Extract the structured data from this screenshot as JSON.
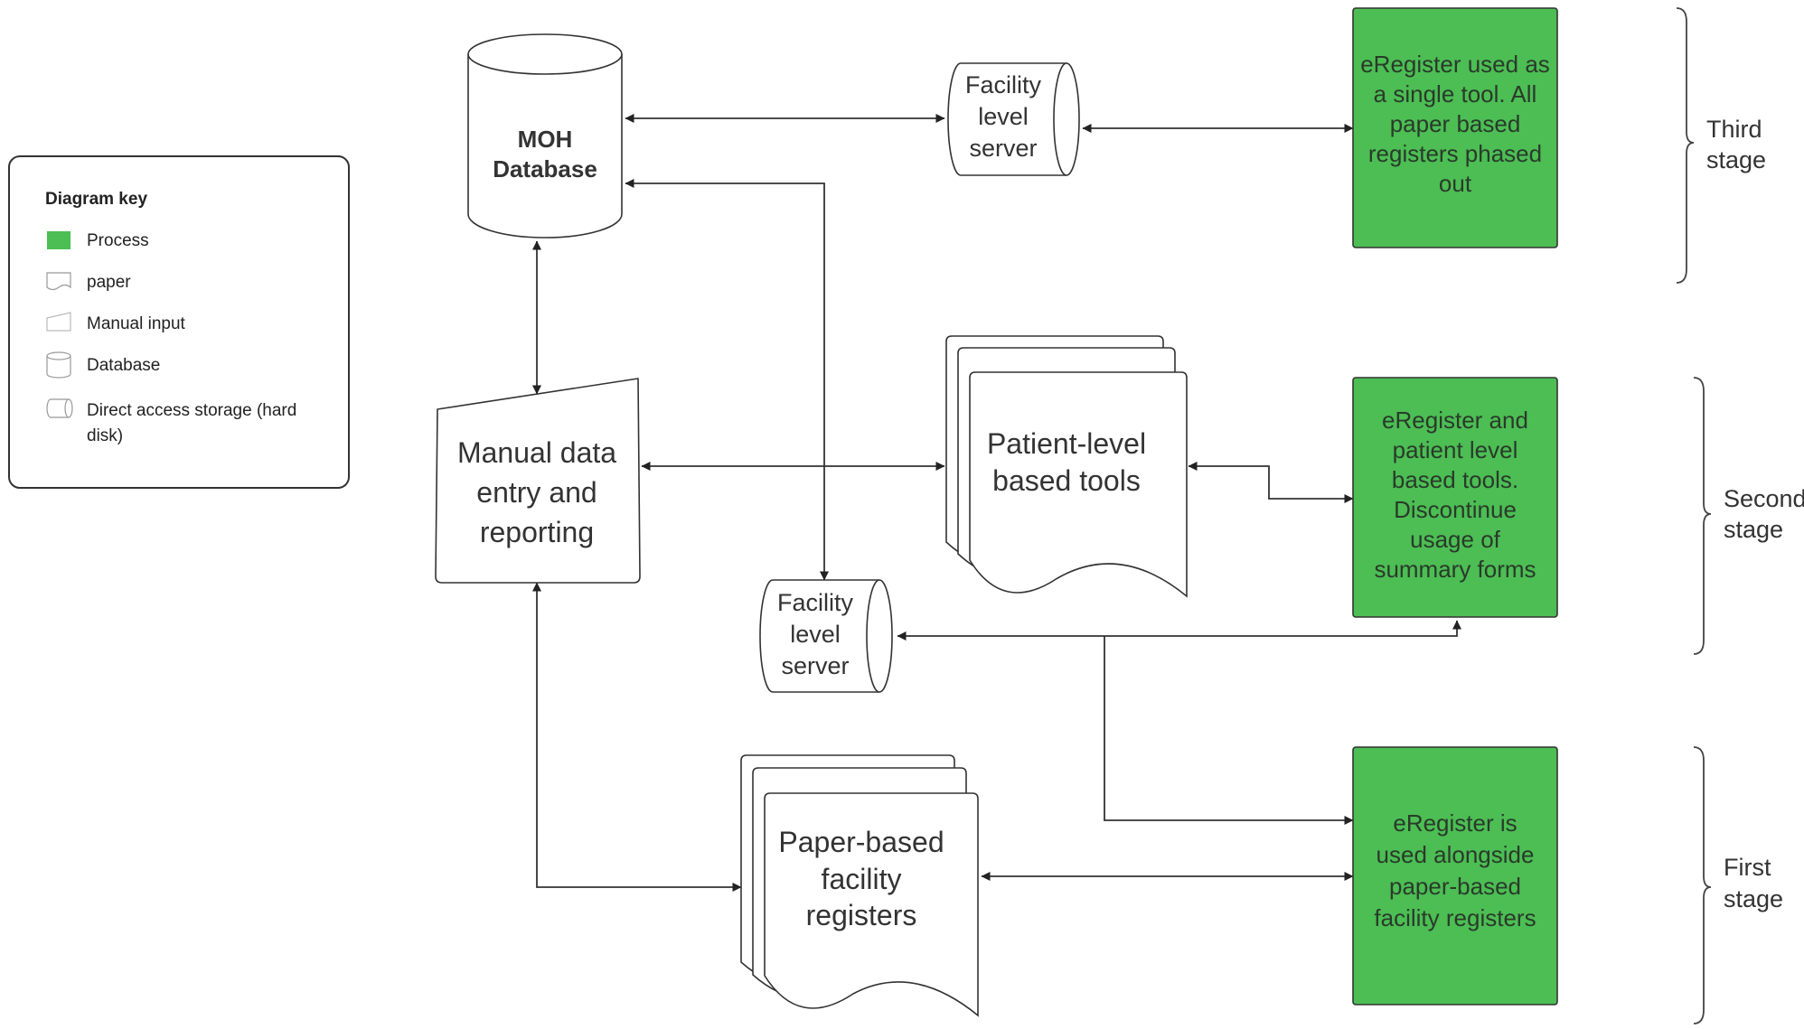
{
  "key": {
    "title": "Diagram key",
    "items": [
      {
        "label": "Process",
        "symbol": "process"
      },
      {
        "label": "paper",
        "symbol": "paper"
      },
      {
        "label": "Manual input",
        "symbol": "manual-input"
      },
      {
        "label": "Database",
        "symbol": "database"
      },
      {
        "label": "Direct access storage (hard",
        "label2": "disk)",
        "symbol": "direct-access-storage"
      }
    ]
  },
  "nodes": {
    "moh_database": {
      "lines": [
        "MOH",
        "Database"
      ]
    },
    "facility_server_top": {
      "lines": [
        "Facility",
        "level",
        "server"
      ]
    },
    "facility_server_mid": {
      "lines": [
        "Facility",
        "level",
        "server"
      ]
    },
    "manual_entry": {
      "lines": [
        "Manual data",
        "entry and",
        "reporting"
      ]
    },
    "patient_tools": {
      "lines": [
        "Patient-level",
        "based tools"
      ]
    },
    "paper_registers": {
      "lines": [
        "Paper-based",
        "facility",
        "registers"
      ]
    },
    "process_third": {
      "lines": [
        "eRegister used as",
        "a single tool. All",
        "paper based",
        "registers phased",
        "out"
      ]
    },
    "process_second": {
      "lines": [
        "eRegister and",
        "patient level",
        "based tools.",
        "Discontinue",
        "usage of",
        "summary forms"
      ]
    },
    "process_first": {
      "lines": [
        "eRegister is",
        "used alongside",
        "paper-based",
        "facility registers"
      ]
    }
  },
  "stages": {
    "third": {
      "lines": [
        "Third",
        "stage"
      ]
    },
    "second": {
      "lines": [
        "Second",
        "stage"
      ]
    },
    "first": {
      "lines": [
        "First",
        "stage"
      ]
    }
  },
  "colors": {
    "process": "#4cbe54",
    "stroke": "#333333",
    "background": "#ffffff"
  }
}
